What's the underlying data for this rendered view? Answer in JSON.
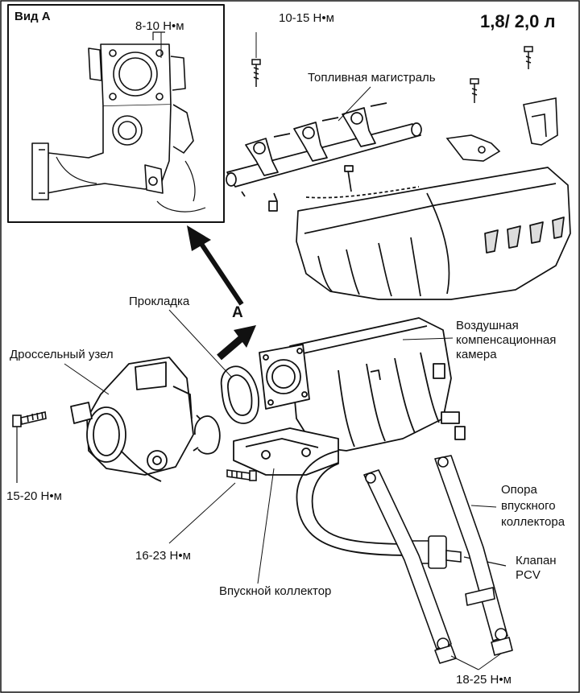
{
  "title": "1,8/ 2,0 л",
  "inset": {
    "title": "Вид А",
    "torque": "8-10 Н•м"
  },
  "arrow_label": "А",
  "labels": {
    "bolt_torque_top": "10-15 Н•м",
    "fuel_rail": "Топливная магистраль",
    "gasket": "Прокладка",
    "throttle_body": "Дроссельный узел",
    "air_chamber_1": "Воздушная",
    "air_chamber_2": "компенсационная",
    "air_chamber_3": "камера",
    "throttle_bolt_torque": "15-20 Н•м",
    "manifold_bolt_torque": "16-23 Н•м",
    "intake_manifold": "Впускной коллектор",
    "support_1": "Опора",
    "support_2": "впускного",
    "support_3": "коллектора",
    "pcv_1": "Клапан",
    "pcv_2": "PCV",
    "support_bolt_torque": "18-25 Н•м"
  },
  "colors": {
    "ink": "#111111",
    "paper": "#ffffff",
    "shade": "#9a9a9a"
  }
}
